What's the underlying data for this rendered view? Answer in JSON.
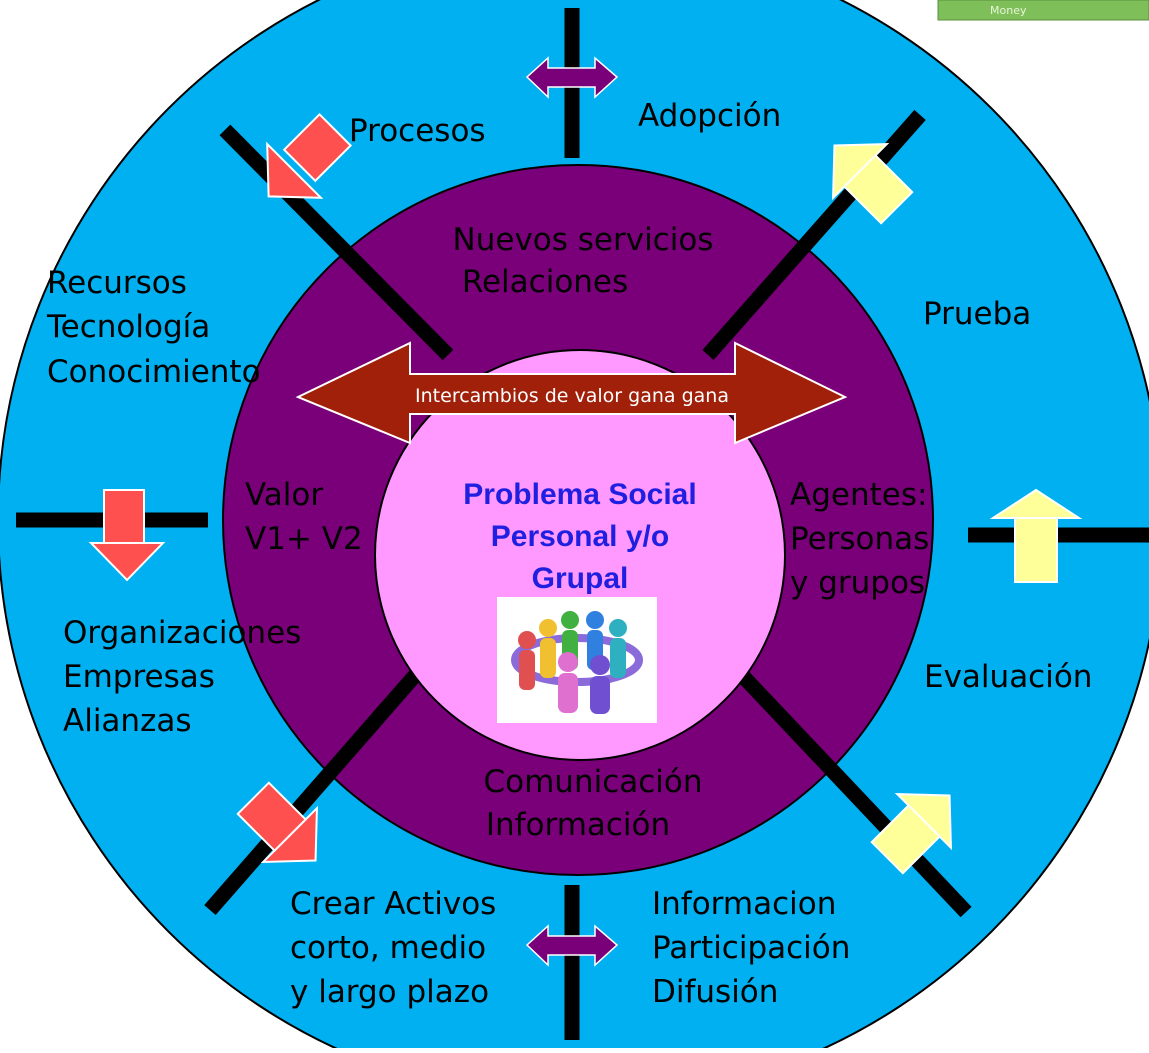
{
  "colors": {
    "outer_ring": "#00b0f0",
    "middle_ring": "#7a007a",
    "inner_circle": "#ff99ff",
    "divider": "#000000",
    "center_arrow": "#a0200a",
    "center_title": "#1f1fe0",
    "red_arrow": "#ff5050",
    "yellow_arrow": "#ffff99",
    "purple_arrow": "#7a007a",
    "corner_image": "#7fbf5a"
  },
  "center": {
    "title_lines": [
      "Problema Social",
      "Personal y/o",
      "Grupal"
    ],
    "image_icon": "people-circle-icon"
  },
  "exchange_arrow": {
    "label": "Intercambios de valor gana gana"
  },
  "middle_ring": {
    "top_lines": [
      "Nuevos servicios",
      "Relaciones"
    ],
    "left_lines": [
      "Valor",
      "V1+ V2"
    ],
    "right_lines": [
      "Agentes:",
      "Personas",
      "y grupos"
    ],
    "bottom_lines": [
      "Comunicación",
      "Información"
    ]
  },
  "outer_ring": {
    "procesos": "Procesos",
    "adopcion": "Adopción",
    "resources_lines": [
      "Recursos",
      "Tecnología",
      "Conocimiento"
    ],
    "prueba": "Prueba",
    "organizations_lines": [
      "Organizaciones",
      "Empresas",
      "Alianzas"
    ],
    "evaluacion": "Evaluación",
    "assets_lines": [
      "Crear Activos",
      "corto, medio",
      "y largo plazo"
    ],
    "info_lines": [
      "Informacion",
      "Participación",
      "Difusión"
    ]
  },
  "corner_image": {
    "caption": "Money"
  }
}
